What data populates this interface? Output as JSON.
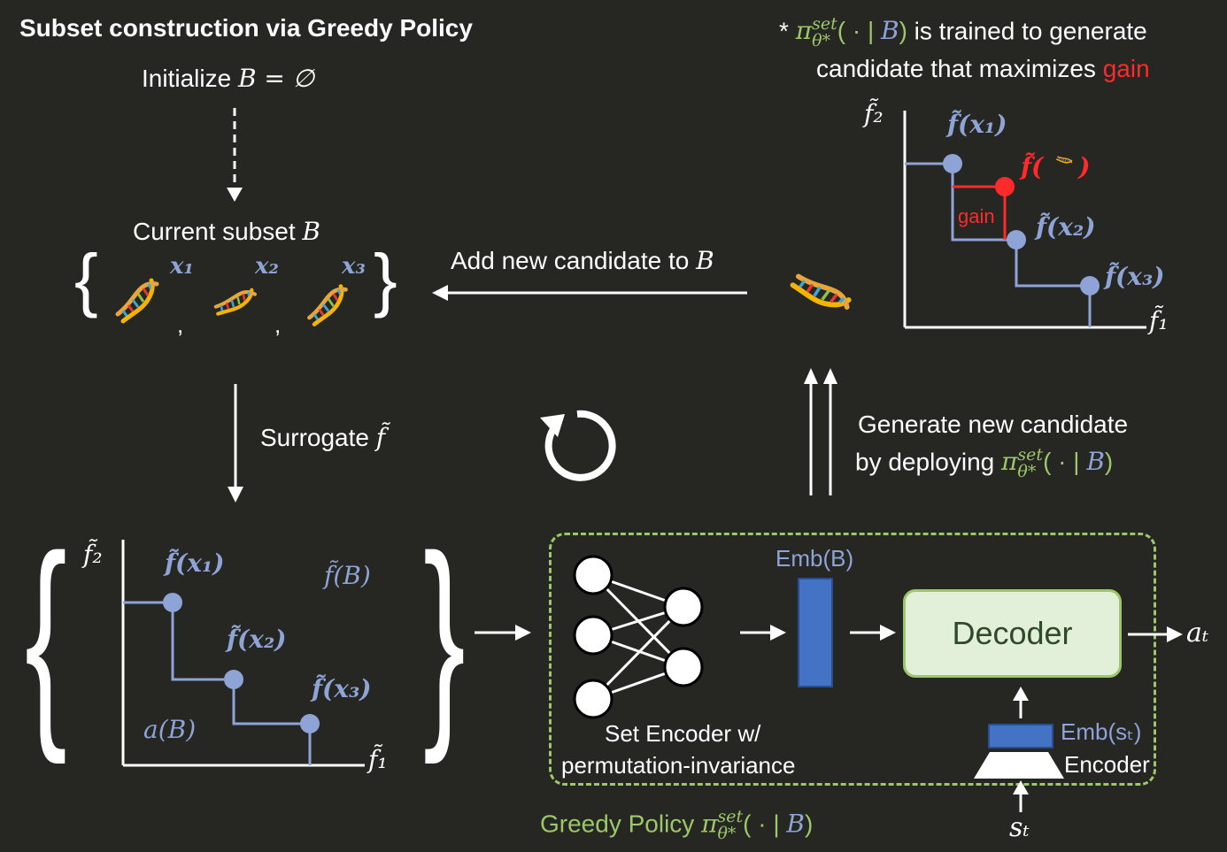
{
  "title": "Subset construction via Greedy Policy",
  "init": {
    "label": "Initialize ",
    "expr": "B = ∅"
  },
  "current_subset": {
    "label": "Current subset ",
    "var": "B",
    "items": [
      "x₁",
      "x₂",
      "x₃"
    ]
  },
  "surrogate": {
    "label": "Surrogate ",
    "var": "f̃"
  },
  "add_candidate": {
    "label": "Add new candidate to ",
    "var": "B"
  },
  "generate": {
    "line1": "Generate new candidate",
    "line2": "by deploying ",
    "policy": "π",
    "sup": "set",
    "sub": "θ*",
    "args_open": "( · | ",
    "args_var": "B",
    "args_close": ")"
  },
  "note": {
    "star": "* ",
    "policy": "π",
    "sup": "set",
    "sub": "θ*",
    "args_open": "( · | ",
    "args_var": "B",
    "args_close": ")",
    "text1": " is trained to generate",
    "text2": "candidate that maximizes ",
    "gain": "gain"
  },
  "top_plot": {
    "ylabel": "f̃₂",
    "xlabel": "f̃₁",
    "p1": "f̃(x₁)",
    "p_new": "f̃(",
    "p_new_close": ")",
    "p2": "f̃(x₂)",
    "p3": "f̃(x₃)",
    "gain_label": "gain"
  },
  "bottom_plot": {
    "ylabel": "f̃₂",
    "xlabel": "f̃₁",
    "p1": "f̃(x₁)",
    "p2": "f̃(x₂)",
    "p3": "f̃(x₃)",
    "set_label": "f̃(B)",
    "area_label": "a(B)"
  },
  "policy_box": {
    "emb_b": "Emb(B)",
    "decoder": "Decoder",
    "output": "aₜ",
    "set_encoder_line1": "Set Encoder w/",
    "set_encoder_line2": "permutation-invariance",
    "emb_s": "Emb(sₜ)",
    "encoder": "Encoder",
    "input": "sₜ",
    "label": "Greedy Policy ",
    "policy": "π",
    "sup": "set",
    "sub": "θ*",
    "args_open": "( · | ",
    "args_var": "B",
    "args_close": ")"
  },
  "colors": {
    "background": "#262622",
    "accent_blue": "#8ea3d6",
    "accent_green": "#9cc76a",
    "gain_red": "#ff2a2a",
    "emb_blue": "#4472c4",
    "decoder_fill": "#e2efd9",
    "decoder_border": "#9cc76a"
  },
  "icons": {
    "loop": "refresh-icon",
    "dna": "dna-icon"
  }
}
